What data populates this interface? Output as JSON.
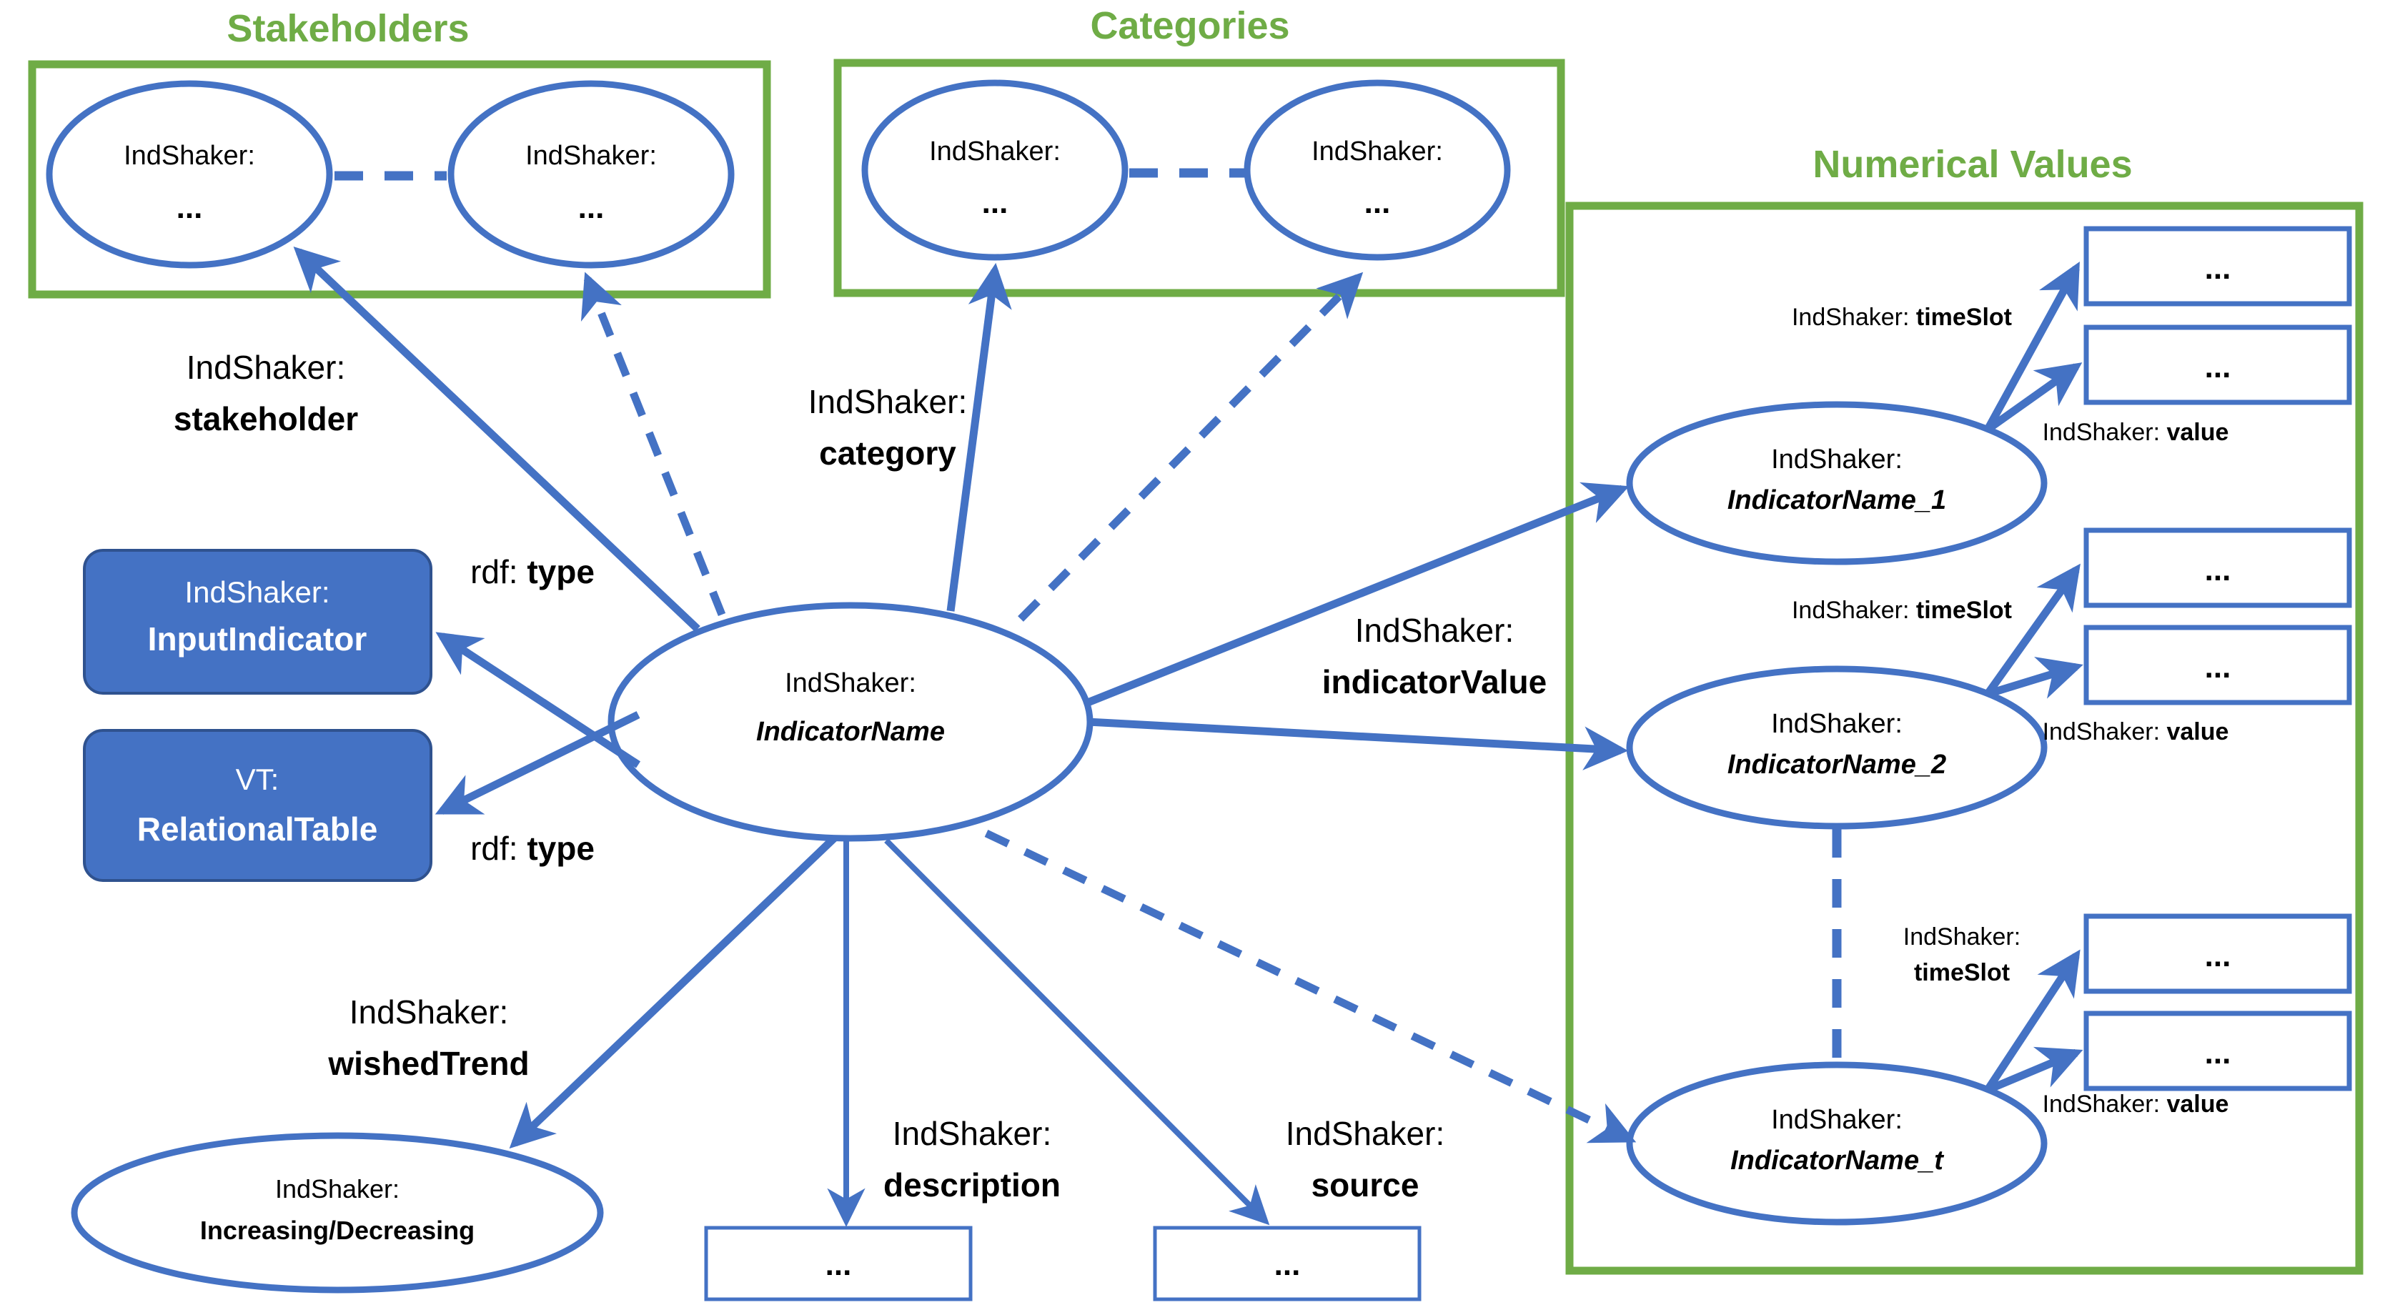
{
  "groups": [
    {
      "id": "stakeholders",
      "title": "Stakeholders"
    },
    {
      "id": "categories",
      "title": "Categories"
    },
    {
      "id": "numerical_values",
      "title": "Numerical Values"
    }
  ],
  "prefix": "IndShaker:",
  "ellipsis": "...",
  "stakeholders": {
    "title": "Stakeholders",
    "nodes": [
      {
        "line1": "IndShaker:",
        "line2": "..."
      },
      {
        "line1": "IndShaker:",
        "line2": "..."
      }
    ]
  },
  "categories": {
    "title": "Categories",
    "nodes": [
      {
        "line1": "IndShaker:",
        "line2": "..."
      },
      {
        "line1": "IndShaker:",
        "line2": "..."
      }
    ]
  },
  "numerical_values": {
    "title": "Numerical Values",
    "nodes": [
      {
        "line1": "IndShaker:",
        "line2": "IndicatorName_1",
        "timeslot_label_prefix": "IndShaker: ",
        "timeslot_label_bold": "timeSlot",
        "value_label_prefix": "IndShaker: ",
        "value_label_bold": "value",
        "timeslot_box": "...",
        "value_box": "..."
      },
      {
        "line1": "IndShaker:",
        "line2": "IndicatorName_2",
        "timeslot_label_prefix": "IndShaker: ",
        "timeslot_label_bold": "timeSlot",
        "value_label_prefix": "IndShaker: ",
        "value_label_bold": "value",
        "timeslot_box": "...",
        "value_box": "..."
      },
      {
        "line1": "IndShaker:",
        "line2": "IndicatorName_t",
        "timeslot_label_prefix": "IndShaker:",
        "timeslot_label_bold": "timeSlot",
        "value_label_prefix": "IndShaker: ",
        "value_label_bold": "value",
        "timeslot_box": "...",
        "value_box": "..."
      }
    ]
  },
  "center_node": {
    "line1": "IndShaker:",
    "line2": "IndicatorName"
  },
  "type_nodes": [
    {
      "line1": "IndShaker:",
      "line2": "InputIndicator"
    },
    {
      "line1": "VT:",
      "line2": "RelationalTable"
    }
  ],
  "trend_node": {
    "line1": "IndShaker:",
    "line2": "Increasing/Decreasing"
  },
  "literal_boxes": [
    {
      "name": "description-literal",
      "text": "..."
    },
    {
      "name": "source-literal",
      "text": "..."
    }
  ],
  "edge_labels": {
    "stakeholder": {
      "line1": "IndShaker:",
      "line2": "stakeholder"
    },
    "category": {
      "line1": "IndShaker:",
      "line2": "category"
    },
    "indicator_value": {
      "line1": "IndShaker:",
      "line2": "indicatorValue"
    },
    "wished_trend": {
      "line1": "IndShaker:",
      "line2": "wishedTrend"
    },
    "description": {
      "line1": "IndShaker:",
      "line2": "description"
    },
    "source": {
      "line1": "IndShaker:",
      "line2": "source"
    },
    "rdf_type_1": {
      "line1": "rdf: ",
      "line2": "type"
    },
    "rdf_type_2": {
      "line1": "rdf: ",
      "line2": "type"
    }
  },
  "colors": {
    "green": "#6FAC46",
    "blue": "#4472C4",
    "blue_dark": "#2F528F",
    "white": "#FFFFFF",
    "black": "#000000"
  }
}
